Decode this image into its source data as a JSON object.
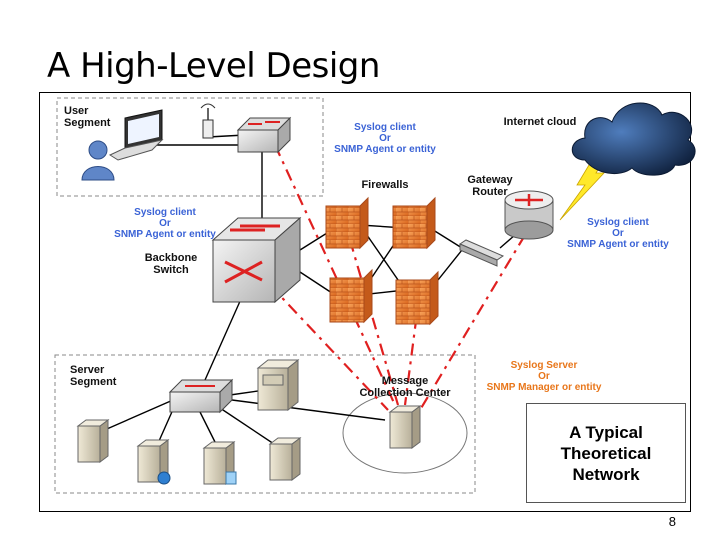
{
  "slide": {
    "title": "A High-Level Design",
    "page_number": "8"
  },
  "diagram": {
    "user_segment": [
      "User",
      "Segment"
    ],
    "server_segment": [
      "Server",
      "Segment"
    ],
    "backbone_switch": [
      "Backbone",
      "Switch"
    ],
    "firewalls": "Firewalls",
    "gateway_router": [
      "Gateway",
      "Router"
    ],
    "internet_cloud": "Internet cloud",
    "message_center": [
      "Message",
      "Collection Center"
    ],
    "syslog_client_top": [
      "Syslog client",
      "Or",
      "SNMP Agent or entity"
    ],
    "syslog_client_left": [
      "Syslog client",
      "Or",
      "SNMP Agent or entity"
    ],
    "syslog_client_right": [
      "Syslog client",
      "Or",
      "SNMP Agent or entity"
    ],
    "syslog_server": [
      "Syslog Server",
      "Or",
      "SNMP Manager or entity"
    ],
    "legend": [
      "A Typical",
      "Theoretical",
      "Network"
    ]
  },
  "colors": {
    "client_label": "#3b63d6",
    "server_label": "#e8761a",
    "log_path": "#e02020",
    "firewall": "#f08030"
  }
}
